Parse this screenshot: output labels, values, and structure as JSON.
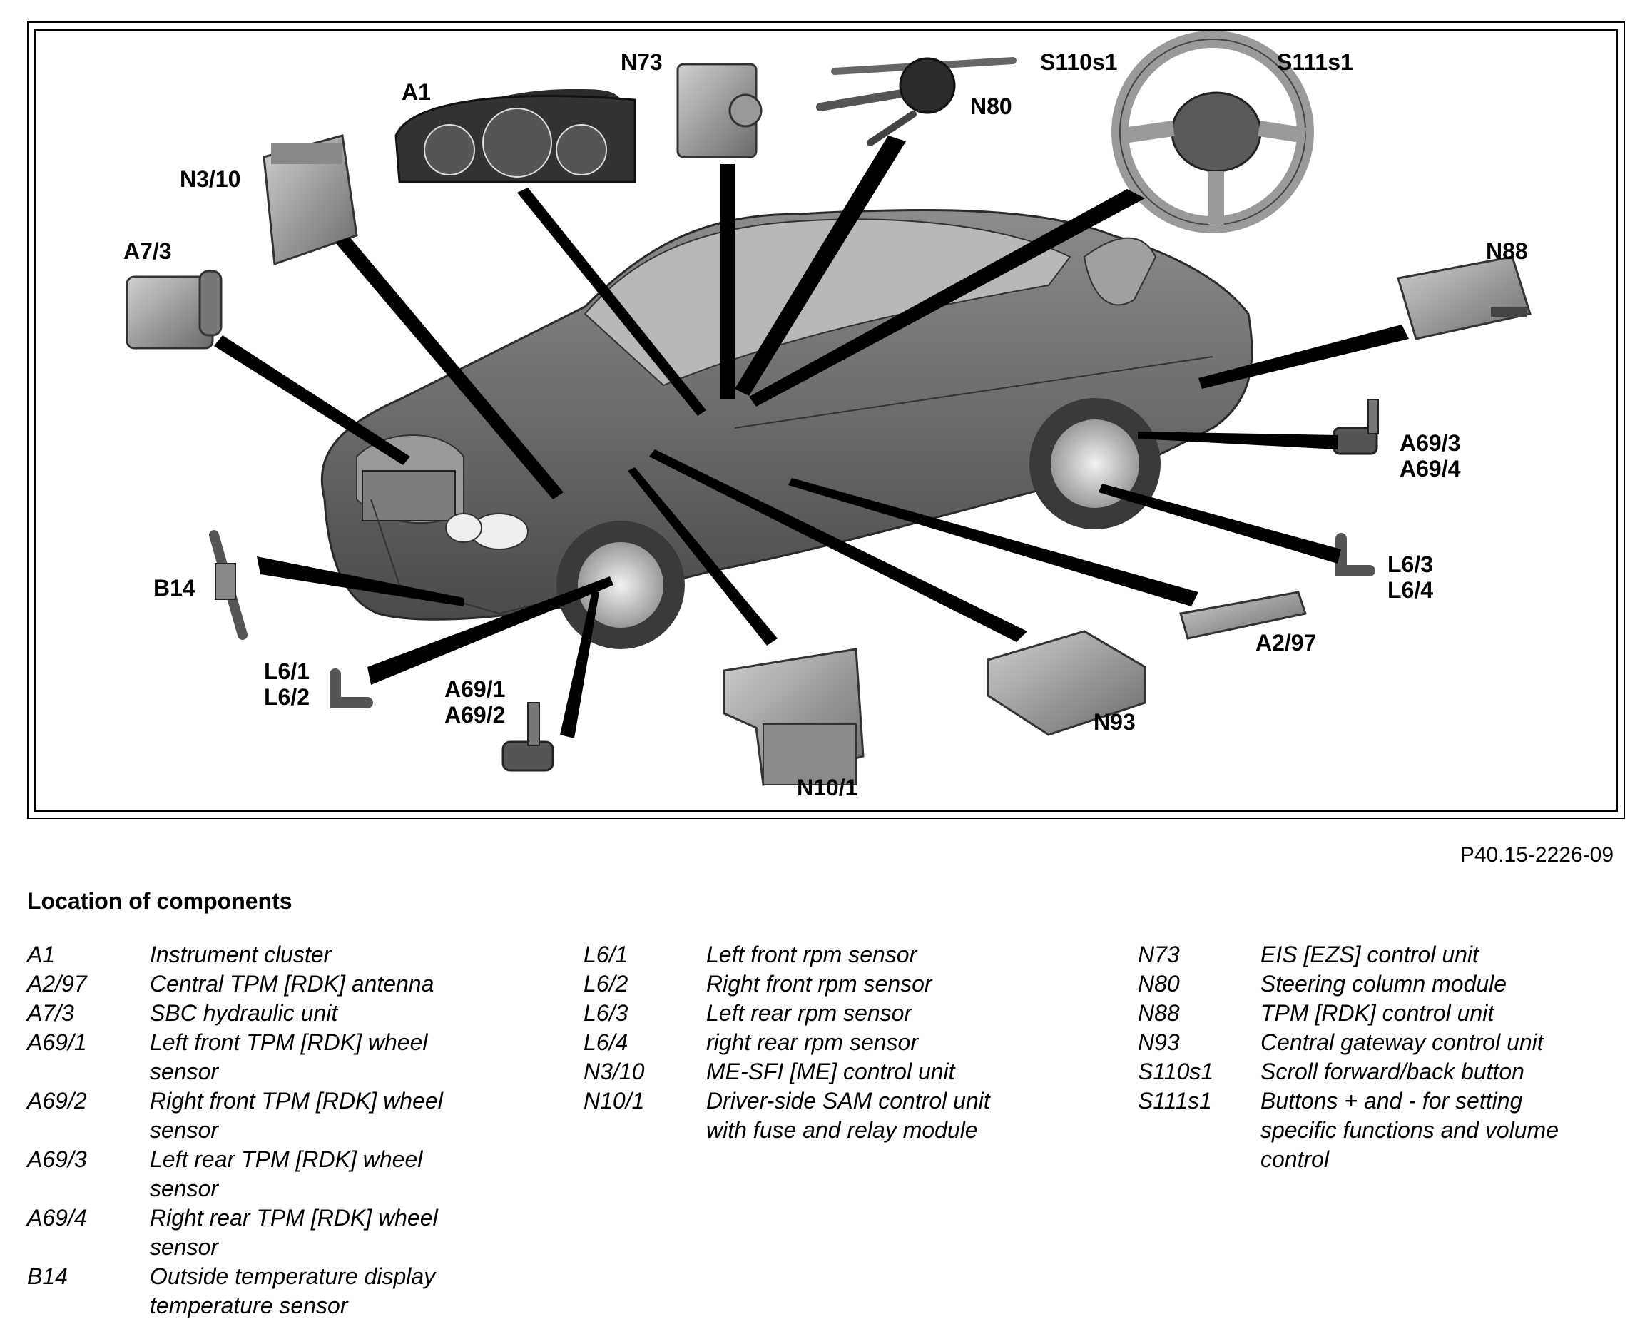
{
  "figure_code": "P40.15-2226-09",
  "legend_title": "Location of components",
  "callouts": [
    {
      "id": "A1",
      "text": "A1"
    },
    {
      "id": "N73",
      "text": "N73"
    },
    {
      "id": "N80",
      "text": "N80"
    },
    {
      "id": "S110s1",
      "text": "S110s1"
    },
    {
      "id": "S111s1",
      "text": "S111s1"
    },
    {
      "id": "N3_10",
      "text": "N3/10"
    },
    {
      "id": "A7_3",
      "text": "A7/3"
    },
    {
      "id": "N88",
      "text": "N88"
    },
    {
      "id": "A69_3_4",
      "text": "A69/3\nA69/4"
    },
    {
      "id": "B14",
      "text": "B14"
    },
    {
      "id": "L6_3_4",
      "text": "L6/3\nL6/4"
    },
    {
      "id": "A2_97",
      "text": "A2/97"
    },
    {
      "id": "L6_1_2",
      "text": "L6/1\nL6/2"
    },
    {
      "id": "A69_1_2",
      "text": "A69/1\nA69/2"
    },
    {
      "id": "N93",
      "text": "N93"
    },
    {
      "id": "N10_1",
      "text": "N10/1"
    }
  ],
  "legend": [
    [
      {
        "code": "A1",
        "desc": "Instrument cluster"
      },
      {
        "code": "A2/97",
        "desc": "Central TPM [RDK] antenna"
      },
      {
        "code": "A7/3",
        "desc": "SBC hydraulic unit"
      },
      {
        "code": "A69/1",
        "desc": "Left front TPM [RDK] wheel sensor"
      },
      {
        "code": "A69/2",
        "desc": "Right front TPM [RDK] wheel sensor"
      },
      {
        "code": "A69/3",
        "desc": "Left rear TPM [RDK] wheel sensor"
      },
      {
        "code": "A69/4",
        "desc": "Right rear TPM [RDK] wheel sensor"
      },
      {
        "code": "B14",
        "desc": "Outside temperature display temperature sensor"
      }
    ],
    [
      {
        "code": "L6/1",
        "desc": "Left front rpm sensor"
      },
      {
        "code": "L6/2",
        "desc": "Right front rpm sensor"
      },
      {
        "code": "L6/3",
        "desc": "Left rear rpm sensor"
      },
      {
        "code": "L6/4",
        "desc": "right rear rpm sensor"
      },
      {
        "code": "N3/10",
        "desc": "ME-SFI [ME] control unit"
      },
      {
        "code": "N10/1",
        "desc": "Driver-side SAM control unit with fuse and relay module"
      }
    ],
    [
      {
        "code": "N73",
        "desc": "EIS [EZS] control unit"
      },
      {
        "code": "N80",
        "desc": "Steering column module"
      },
      {
        "code": "N88",
        "desc": "TPM [RDK] control unit"
      },
      {
        "code": "N93",
        "desc": "Central gateway control unit"
      },
      {
        "code": "S110s1",
        "desc": "Scroll forward/back button"
      },
      {
        "code": "S111s1",
        "desc": "Buttons + and - for setting specific functions and volume control"
      }
    ]
  ]
}
